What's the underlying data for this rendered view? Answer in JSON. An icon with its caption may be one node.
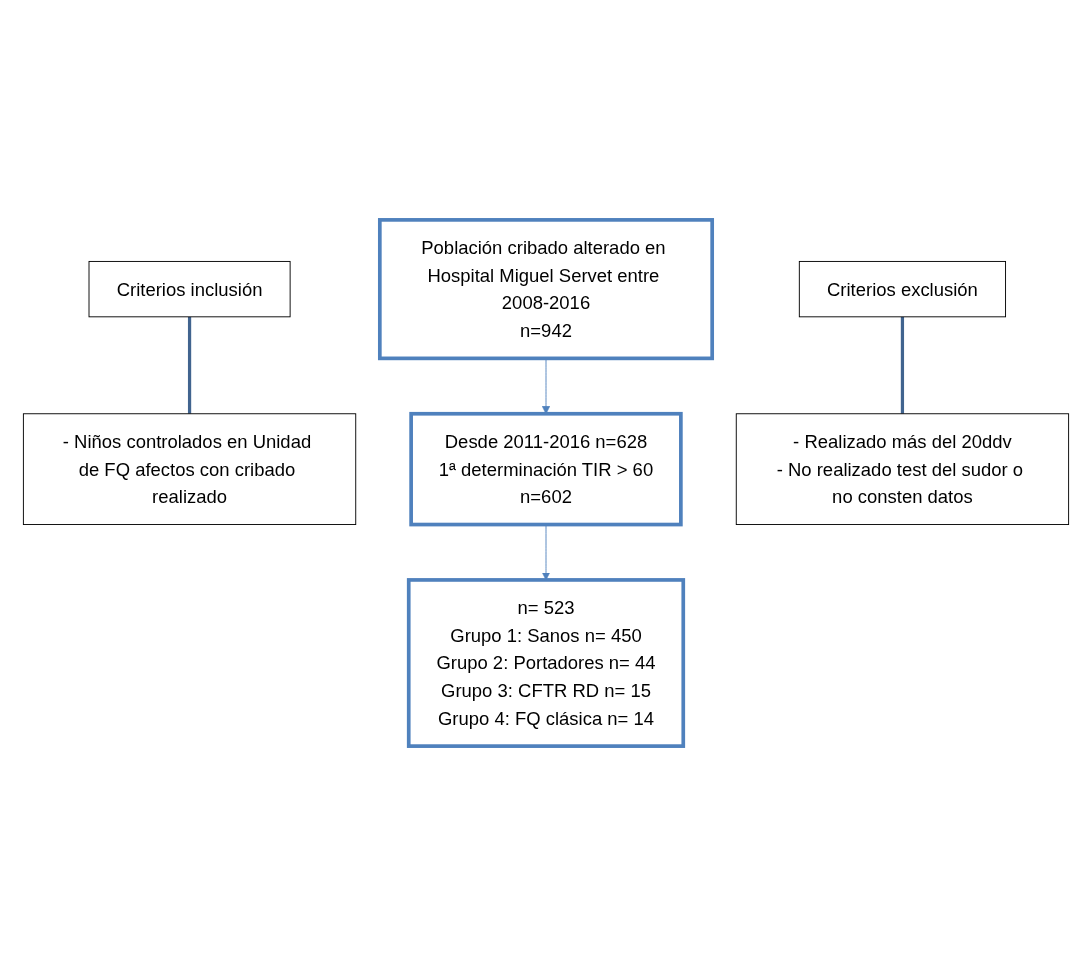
{
  "diagram": {
    "nodes": [
      {
        "text": [
          "Población cribado alterado en Hospital Miguel Servet entre 2008-2016",
          "n=942"
        ]
      },
      {
        "text": [
          "Criterios inclusión"
        ]
      },
      {
        "text": [
          "- Niños controlados en Unidad de FQ afectos con cribado realizado"
        ]
      },
      {
        "text": [
          "Desde 2011-2016 n=628",
          "1ª determinación TIR > 60",
          "n=602"
        ]
      },
      {
        "text": [
          "Criterios exclusión"
        ]
      },
      {
        "text": [
          "- Realizado más del 20ddv",
          "- No realizado test del sudor o no consten datos"
        ]
      },
      {
        "text": [
          "n= 523",
          "Grupo 1: Sanos n= 450",
          "Grupo 2: Portadores n= 44",
          "Grupo 3: CFTR RD n= 15",
          "Grupo 4: FQ clásica n= 14"
        ]
      }
    ],
    "edges": [
      {
        "from": 0,
        "to": 3,
        "arrow": "to"
      },
      {
        "from": 1,
        "to": 2,
        "arrow": "none",
        "style": "thick"
      },
      {
        "from": 3,
        "to": 6,
        "arrow": "to"
      },
      {
        "from": 4,
        "to": 5,
        "arrow": "none",
        "style": "thick"
      }
    ]
  }
}
